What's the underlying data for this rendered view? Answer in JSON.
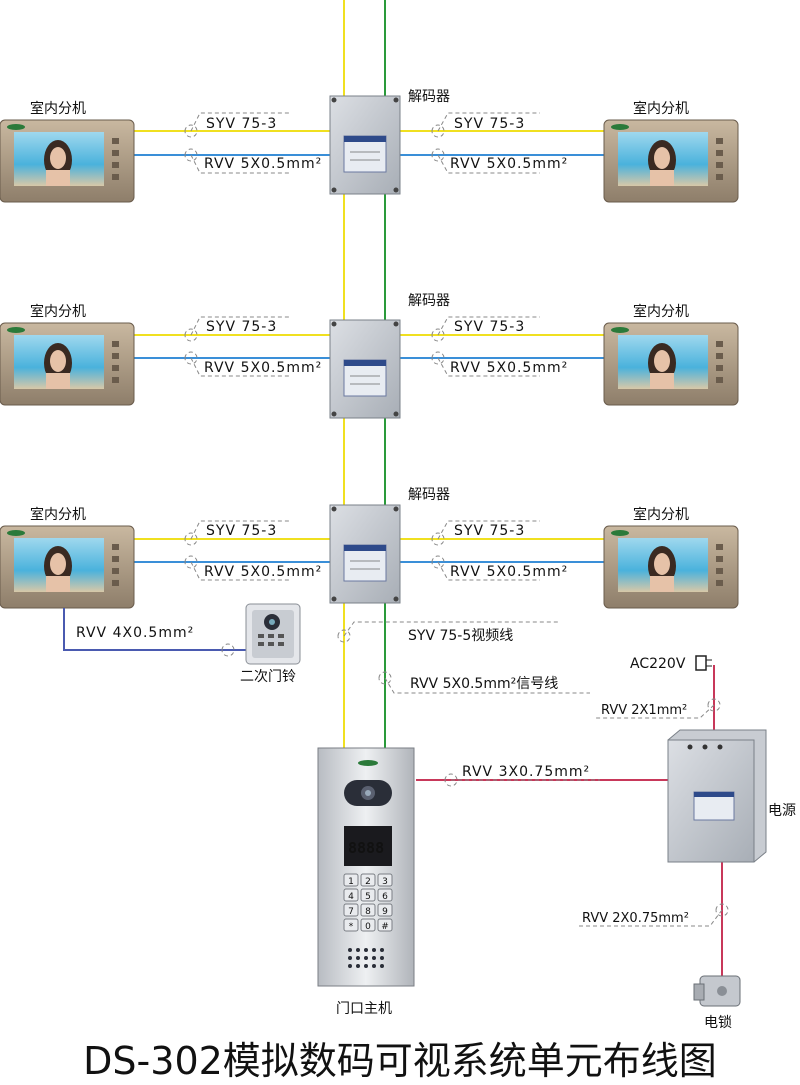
{
  "title": "DS-302模拟数码可视系统单元布线图",
  "labels": {
    "indoor_unit": "室内分机",
    "decoder": "解码器",
    "cable_video": "SYV 75-3",
    "cable_signal": "RVV 5X0.5mm²",
    "doorbell": "二次门铃",
    "doorbell_cable": "RVV 4X0.5mm²",
    "trunk_video": "SYV 75-5视频线",
    "trunk_signal": "RVV 5X0.5mm²信号线",
    "ac_input": "AC220V",
    "ac_cable": "RVV 2X1mm²",
    "power_cable": "RVV 3X0.75mm²",
    "power_supply": "电源",
    "lock_cable": "RVV 2X0.75mm²",
    "lock": "电锁",
    "door_station": "门口主机",
    "display_digits": "8888",
    "keypad": [
      "1",
      "2",
      "3",
      "4",
      "5",
      "6",
      "7",
      "8",
      "9",
      "*",
      "0",
      "#"
    ]
  },
  "colors": {
    "video_line": "#f0e020",
    "signal_line": "#2a9a3a",
    "blue_line": "#3a8fd8",
    "power_line": "#c8385a",
    "doorbell_line": "#4a5ab0",
    "leader_line": "#888888"
  }
}
